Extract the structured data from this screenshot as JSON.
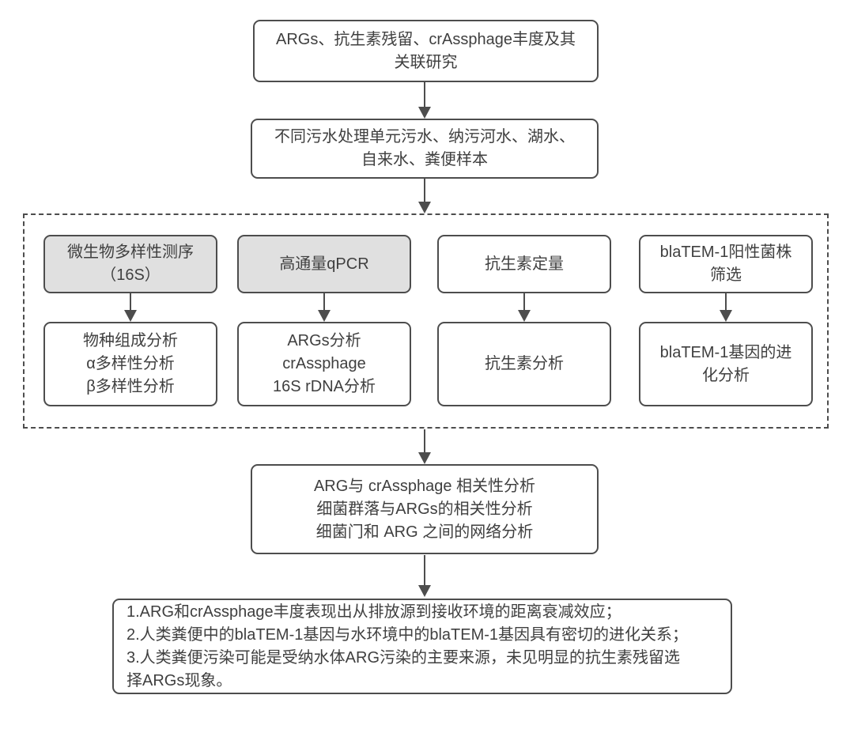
{
  "flowchart": {
    "title_box": "ARGs、抗生素残留、crAssphage丰度及其\n关联研究",
    "samples_box": "不同污水处理单元污水、纳污河水、湖水、\n自来水、粪便样本",
    "methods": [
      {
        "method": "微生物多样性测序\n（16S）",
        "analysis": "物种组成分析\nα多样性分析\nβ多样性分析",
        "highlighted": "true"
      },
      {
        "method": "高通量qPCR",
        "analysis": "ARGs分析\ncrAssphage\n16S rDNA分析",
        "highlighted": "true"
      },
      {
        "method": "抗生素定量",
        "analysis": "抗生素分析",
        "highlighted": "false"
      },
      {
        "method": "blaTEM-1阳性菌株\n筛选",
        "analysis": "blaTEM-1基因的进\n化分析",
        "highlighted": "false"
      }
    ],
    "correlation_box": "ARG与 crAssphage 相关性分析\n细菌群落与ARGs的相关性分析\n细菌门和 ARG 之间的网络分析",
    "conclusions_box": "1.ARG和crAssphage丰度表现出从排放源到接收环境的距离衰减效应；\n2.人类粪便中的blaTEM-1基因与水环境中的blaTEM-1基因具有密切的进化关系；\n3.人类粪便污染可能是受纳水体ARG污染的主要来源，未见明显的抗生素残留选\n择ARGs现象。"
  },
  "colors": {
    "border": "#4d4d4d",
    "box-fill": "#ffffff",
    "box-fill-gray": "#e0e0e0",
    "text": "#3f3f3f",
    "background": "#ffffff"
  }
}
